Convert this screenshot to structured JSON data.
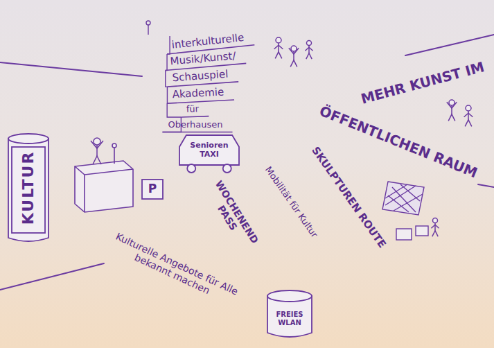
{
  "diagram": {
    "nodes": [
      {
        "text": [
          "KULTUR"
        ]
      },
      {
        "text": [
          "Senioren TAXI"
        ]
      },
      {
        "text": [
          "P"
        ]
      },
      {
        "text": [
          "FREIES WLAN"
        ]
      }
    ],
    "labels": [
      "interkulturelle",
      "Musik/Kunst/",
      "Schauspiel",
      "Akademie",
      "für",
      "Oberhausen",
      "MEHR KUNST IM",
      "ÖFFENTLICHEN RAUM",
      "SKULPTUREN ROUTE",
      "Mobilität für Kultur",
      "WOCHENEND PASS",
      "Kulturelle Angebote für Alle bekannt machen"
    ]
  }
}
